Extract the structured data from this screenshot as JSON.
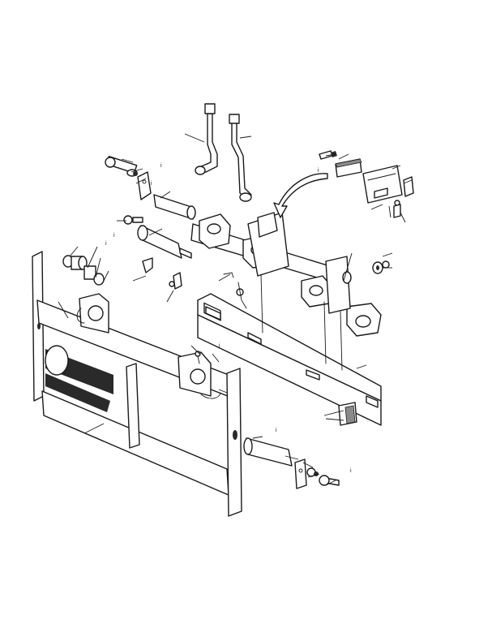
{
  "figure": {
    "callouts": [
      {
        "id": "c1",
        "text": "i"
      },
      {
        "id": "c2",
        "text": "i"
      },
      {
        "id": "c3",
        "text": "i"
      },
      {
        "id": "c4",
        "text": "i"
      },
      {
        "id": "c5",
        "text": "i"
      },
      {
        "id": "c6",
        "text": "i"
      },
      {
        "id": "c7",
        "text": "i"
      },
      {
        "id": "c8",
        "text": "i"
      }
    ]
  }
}
